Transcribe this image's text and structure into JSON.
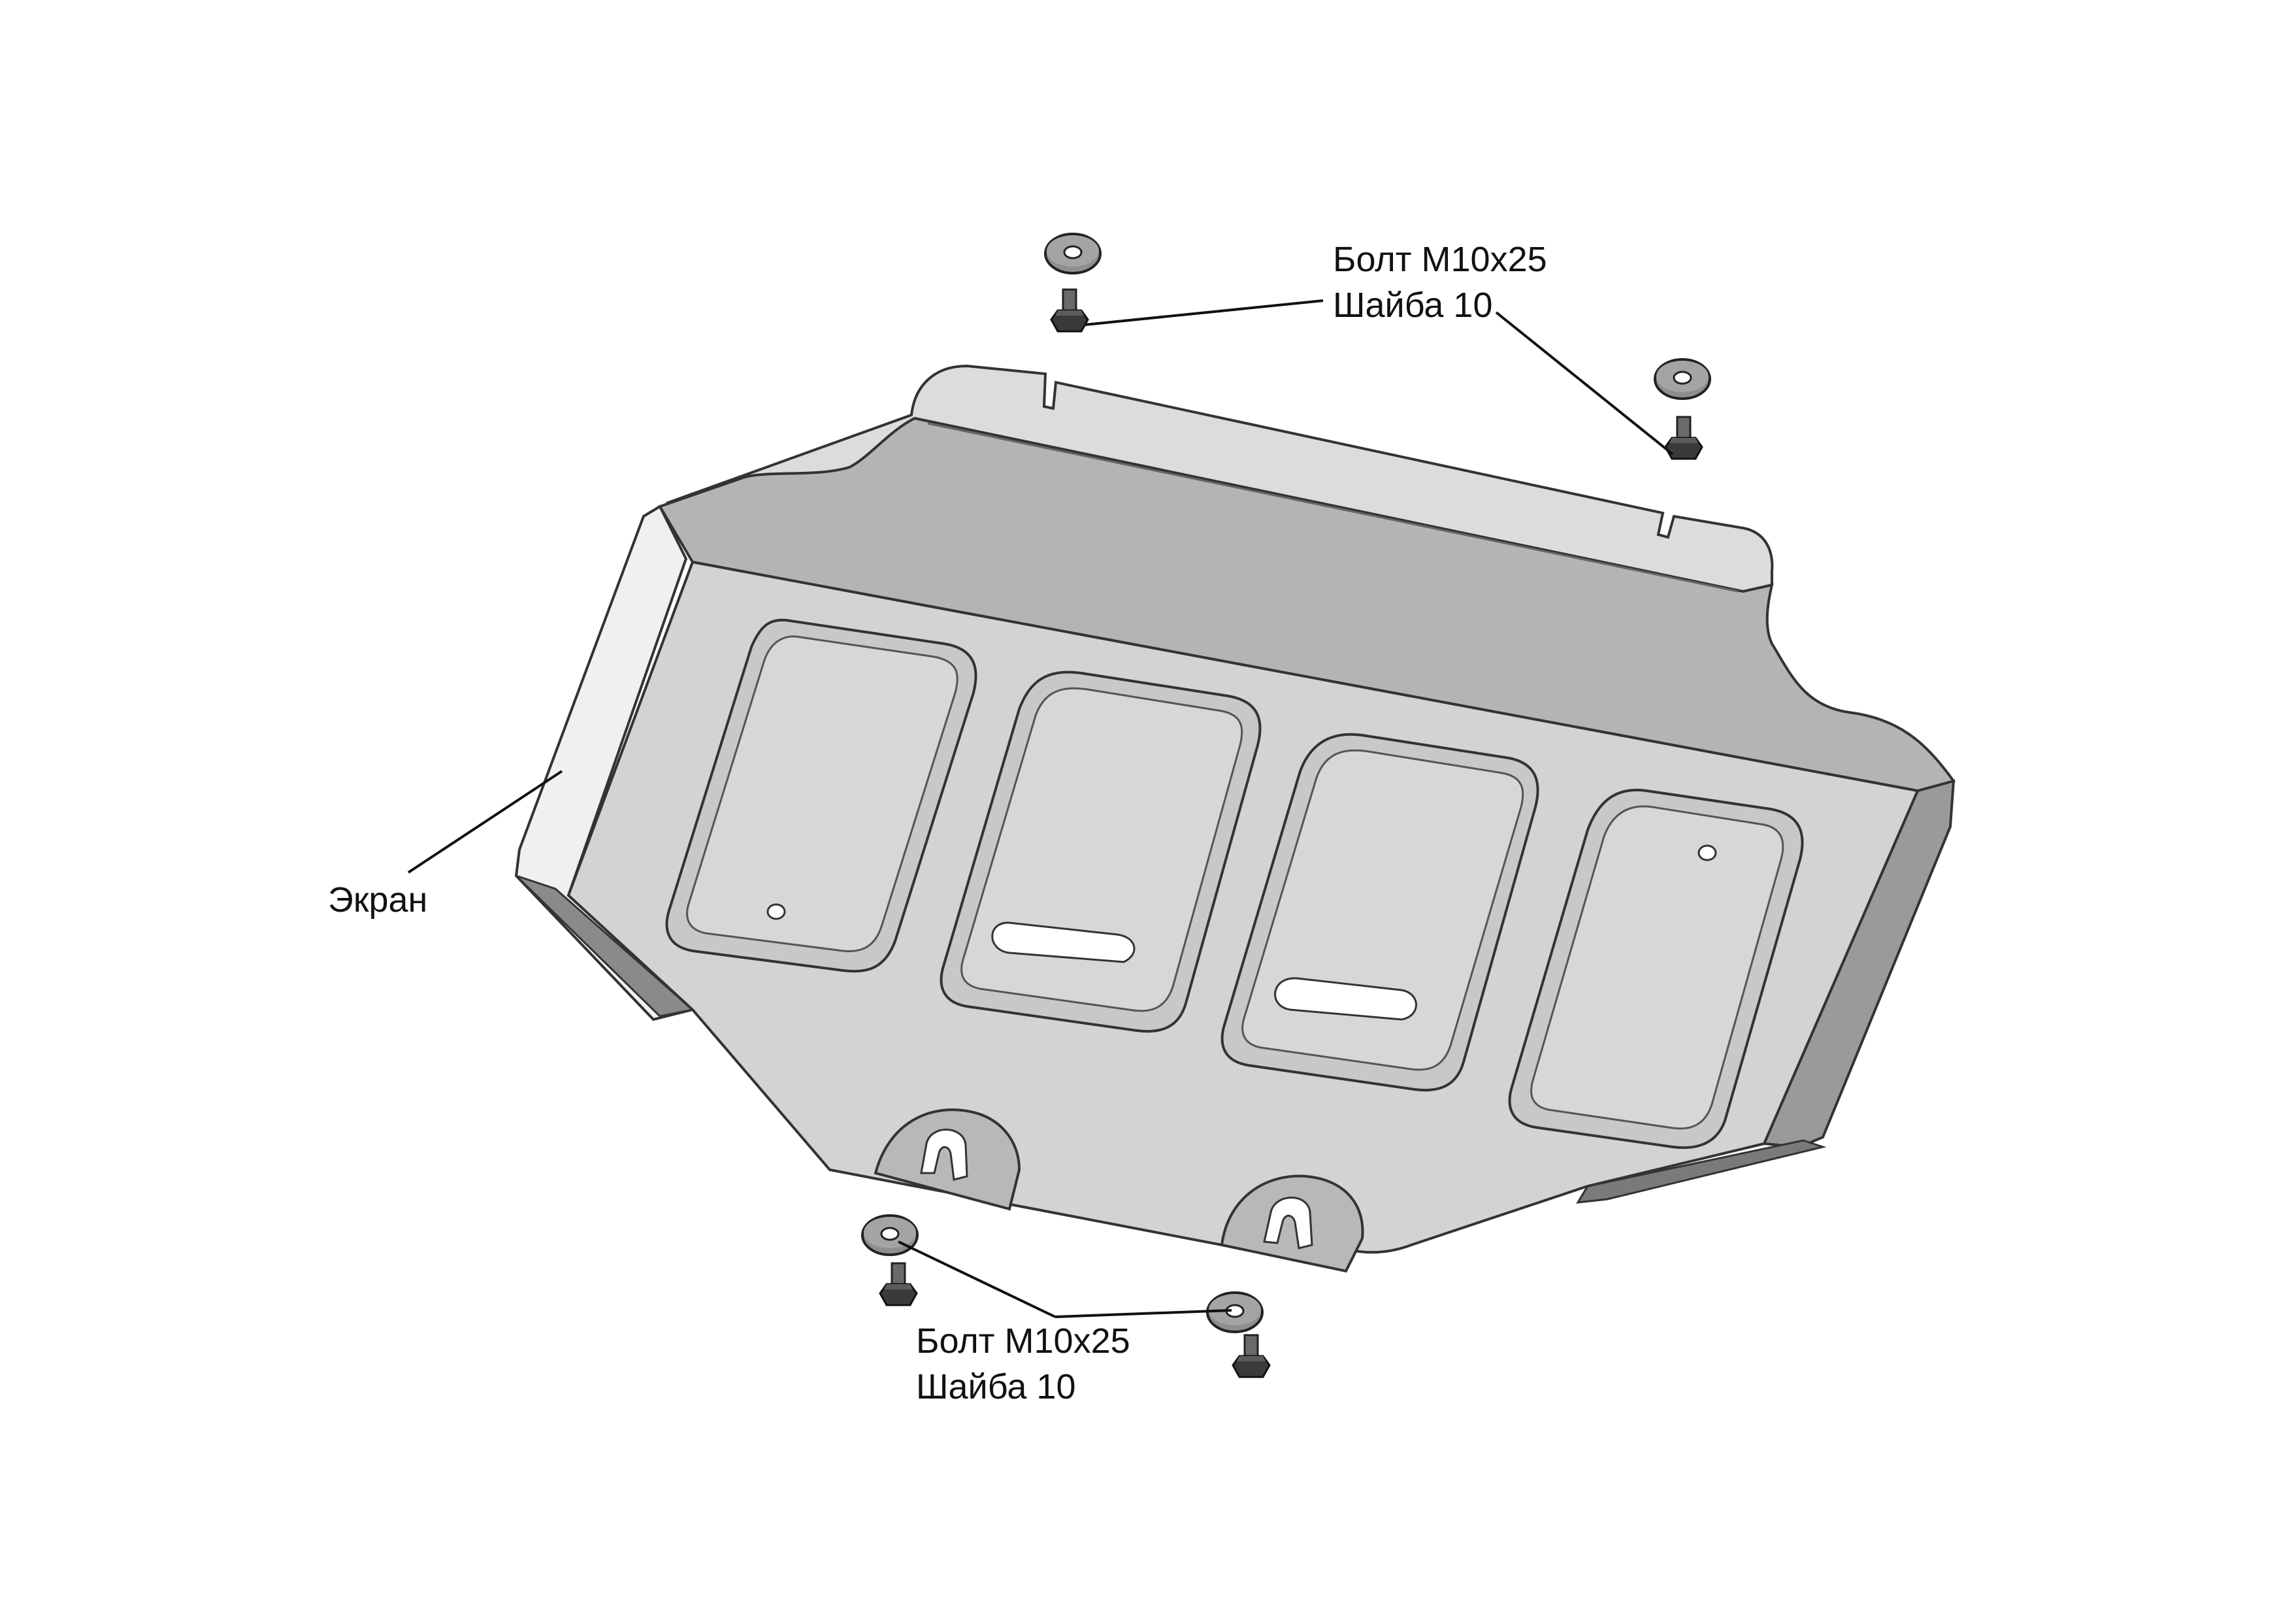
{
  "labels": {
    "top_bolt": "Болт М10х25",
    "top_washer": "Шайба 10",
    "bottom_bolt": "Болт М10х25",
    "bottom_washer": "Шайба 10",
    "screen": "Экран"
  },
  "colors": {
    "plate_face": "#d3d3d3",
    "plate_front": "#b4b4b4",
    "plate_tab": "#dcdcdc",
    "plate_side_light": "#f0f0f0",
    "plate_side_dark": "#9a9a9a",
    "outline": "#333333",
    "washer": "#8e8e8e",
    "bolt": "#3a3a3a"
  }
}
